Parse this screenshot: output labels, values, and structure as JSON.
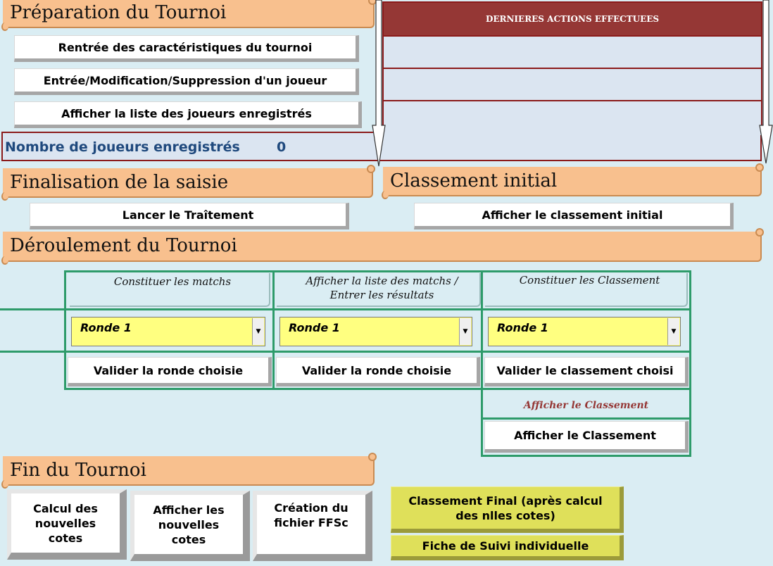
{
  "preparation": {
    "title": "Préparation du Tournoi",
    "btn_caracteristiques": "Rentrée des caractéristiques du tournoi",
    "btn_joueur": "Entrée/Modification/Suppression d'un joueur",
    "btn_liste": "Afficher la liste des joueurs enregistrés",
    "nb_label": "Nombre de joueurs enregistrés",
    "nb_value": "0"
  },
  "actions": {
    "header": "DERNIERES ACTIONS EFFECTUEES",
    "rows": [
      "",
      "",
      "",
      ""
    ]
  },
  "finalisation": {
    "title": "Finalisation de la saisie",
    "btn_lancer": "Lancer le Traîtement"
  },
  "classement_initial": {
    "title": "Classement initial",
    "btn_afficher": "Afficher le classement initial"
  },
  "deroulement": {
    "title": "Déroulement du Tournoi",
    "columns": [
      {
        "label": "Constituer les matchs",
        "select_value": "Ronde 1",
        "button": "Valider la ronde choisie"
      },
      {
        "label": "Afficher la liste des matchs / Entrer les résultats",
        "select_value": "Ronde 1",
        "button": "Valider la ronde choisie"
      },
      {
        "label": "Constituer les Classement",
        "select_value": "Ronde 1",
        "button": "Valider le classement choisi"
      }
    ],
    "afficher_classement_label": "Afficher le Classement",
    "afficher_classement_button": "Afficher le Classement"
  },
  "fin": {
    "title": "Fin du Tournoi",
    "btn_calcul": "Calcul des nouvelles cotes",
    "btn_afficher_cotes": "Afficher les nouvelles cotes",
    "btn_ffsc": "Création du fichier FFSc",
    "btn_classement_final": "Classement Final (après calcul des nlles cotes)",
    "btn_fiche": "Fiche de Suivi individuelle"
  },
  "colors": {
    "section_header": "#f8c08e",
    "background": "#daedf3",
    "actions_header": "#953735",
    "grid": "#2e9b6a",
    "dropdown": "#ffff80",
    "yellow_button": "#dfe05a",
    "count_text": "#1f497d"
  }
}
